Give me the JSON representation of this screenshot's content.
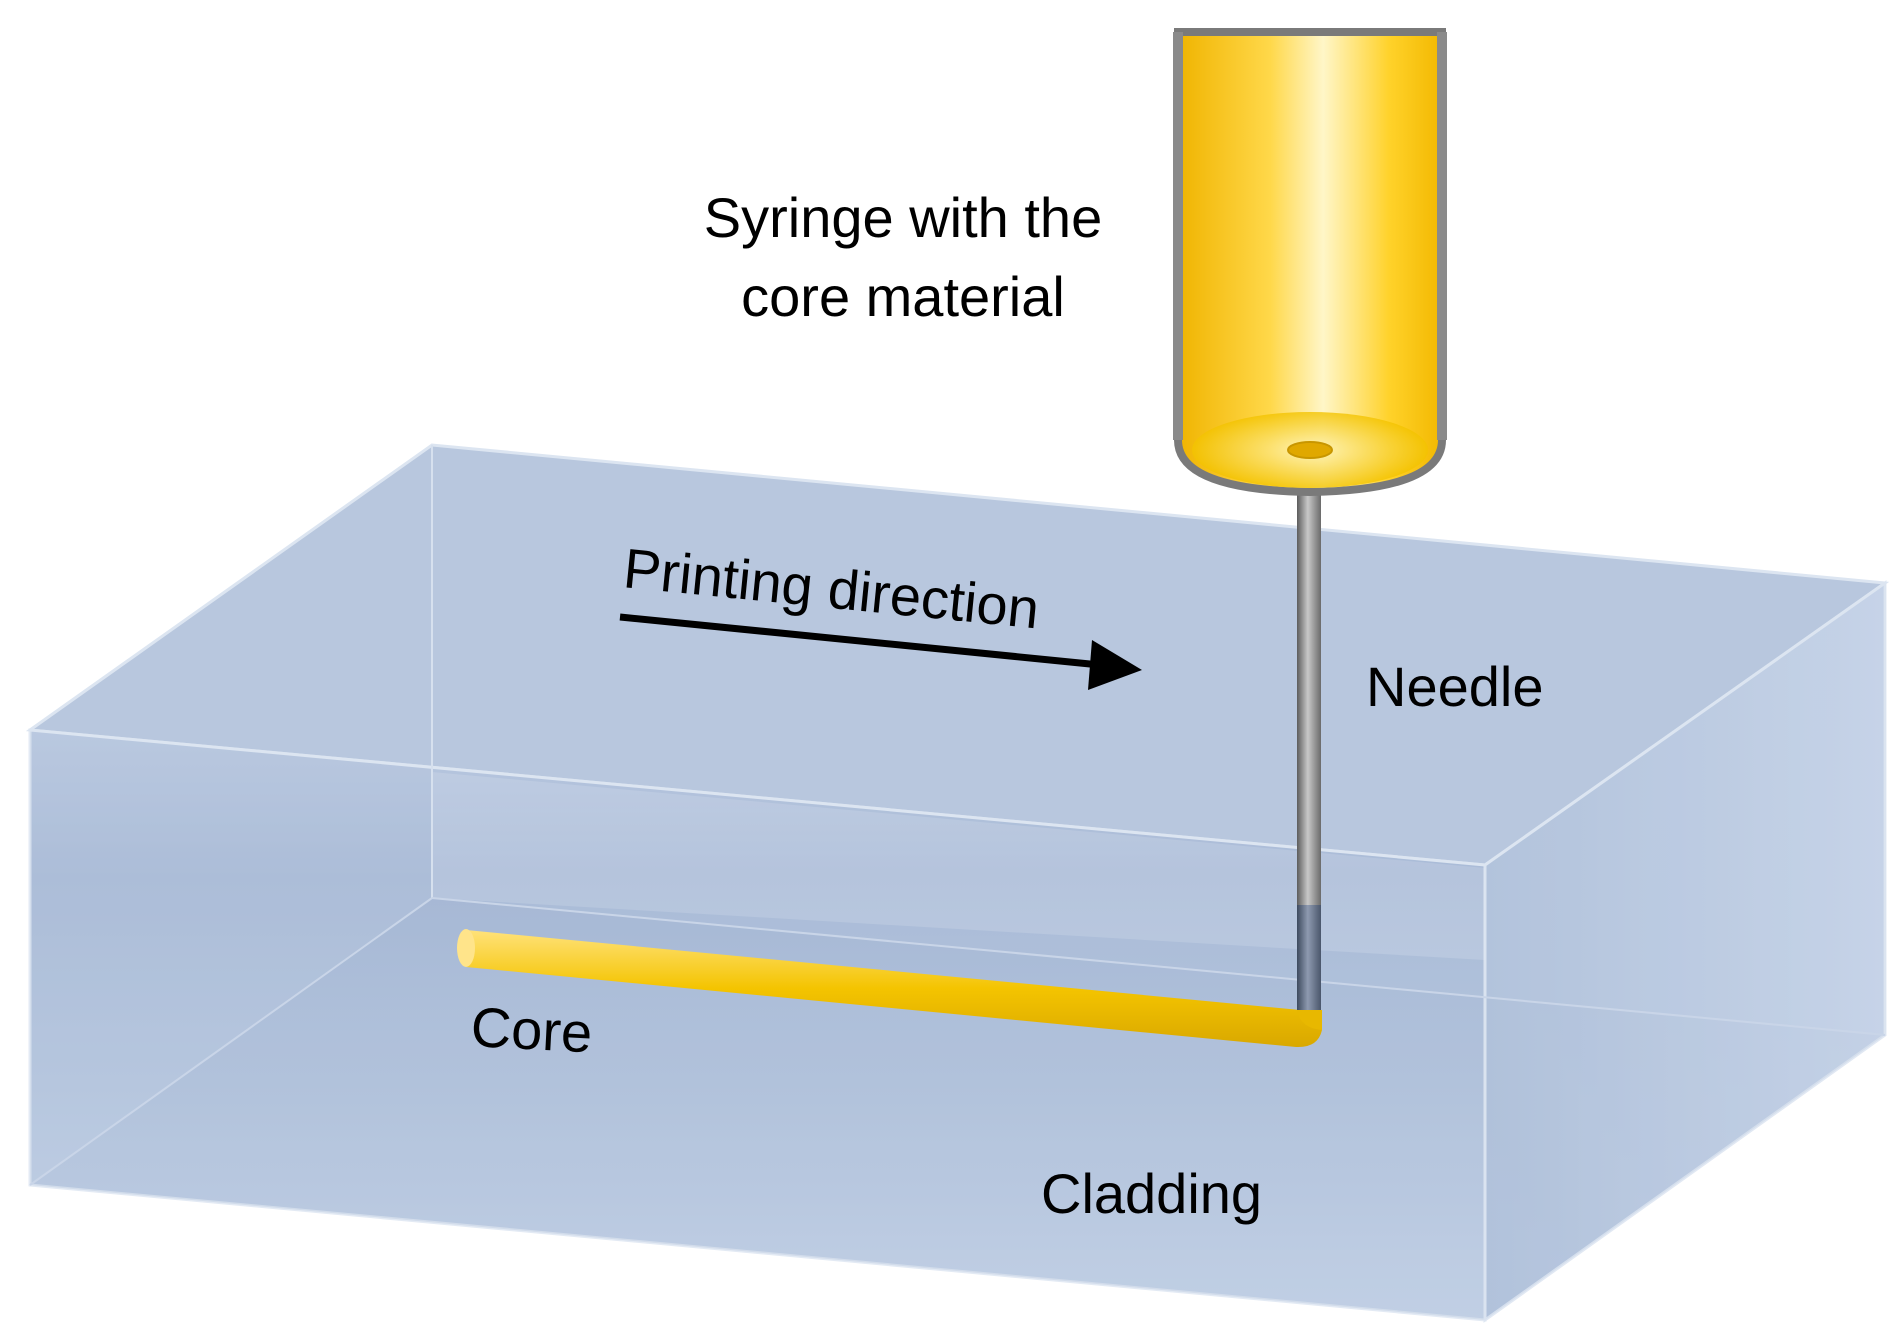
{
  "labels": {
    "syringe_line1": "Syringe with the",
    "syringe_line2": "core material",
    "printing_direction": "Printing direction",
    "needle": "Needle",
    "core": "Core",
    "cladding": "Cladding"
  },
  "colors": {
    "cladding_fill": "#b3c3dc",
    "cladding_edge": "#d8e2f0",
    "core_fill": "#f2c200",
    "syringe_fill": "#f5c400",
    "syringe_wall": "#7a7a7a",
    "needle": "#8a8a8a",
    "arrow": "#000000"
  }
}
